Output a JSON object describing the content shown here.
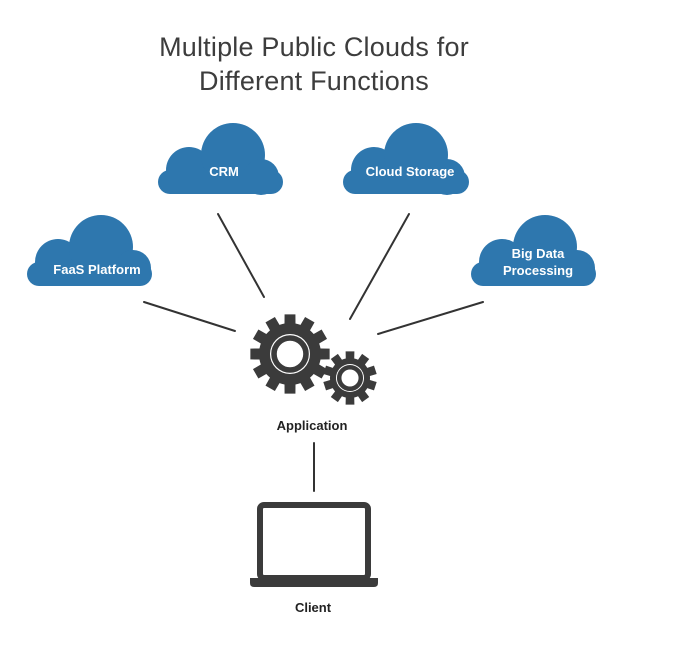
{
  "title": {
    "line1": "Multiple Public Clouds for",
    "line2": "Different Functions"
  },
  "clouds": [
    {
      "id": "crm",
      "label": "CRM"
    },
    {
      "id": "cloud-storage",
      "label": "Cloud Storage"
    },
    {
      "id": "faas-platform",
      "label": "FaaS Platform"
    },
    {
      "id": "big-data",
      "label_line1": "Big Data",
      "label_line2": "Processing"
    }
  ],
  "application": {
    "label": "Application",
    "icon": "gears-icon"
  },
  "client": {
    "label": "Client",
    "icon": "laptop-icon"
  },
  "colors": {
    "cloud_fill": "#2e77ae",
    "cloud_text": "#ffffff",
    "line": "#333333",
    "icon": "#3b3b3b",
    "title": "#3d3d3d"
  }
}
